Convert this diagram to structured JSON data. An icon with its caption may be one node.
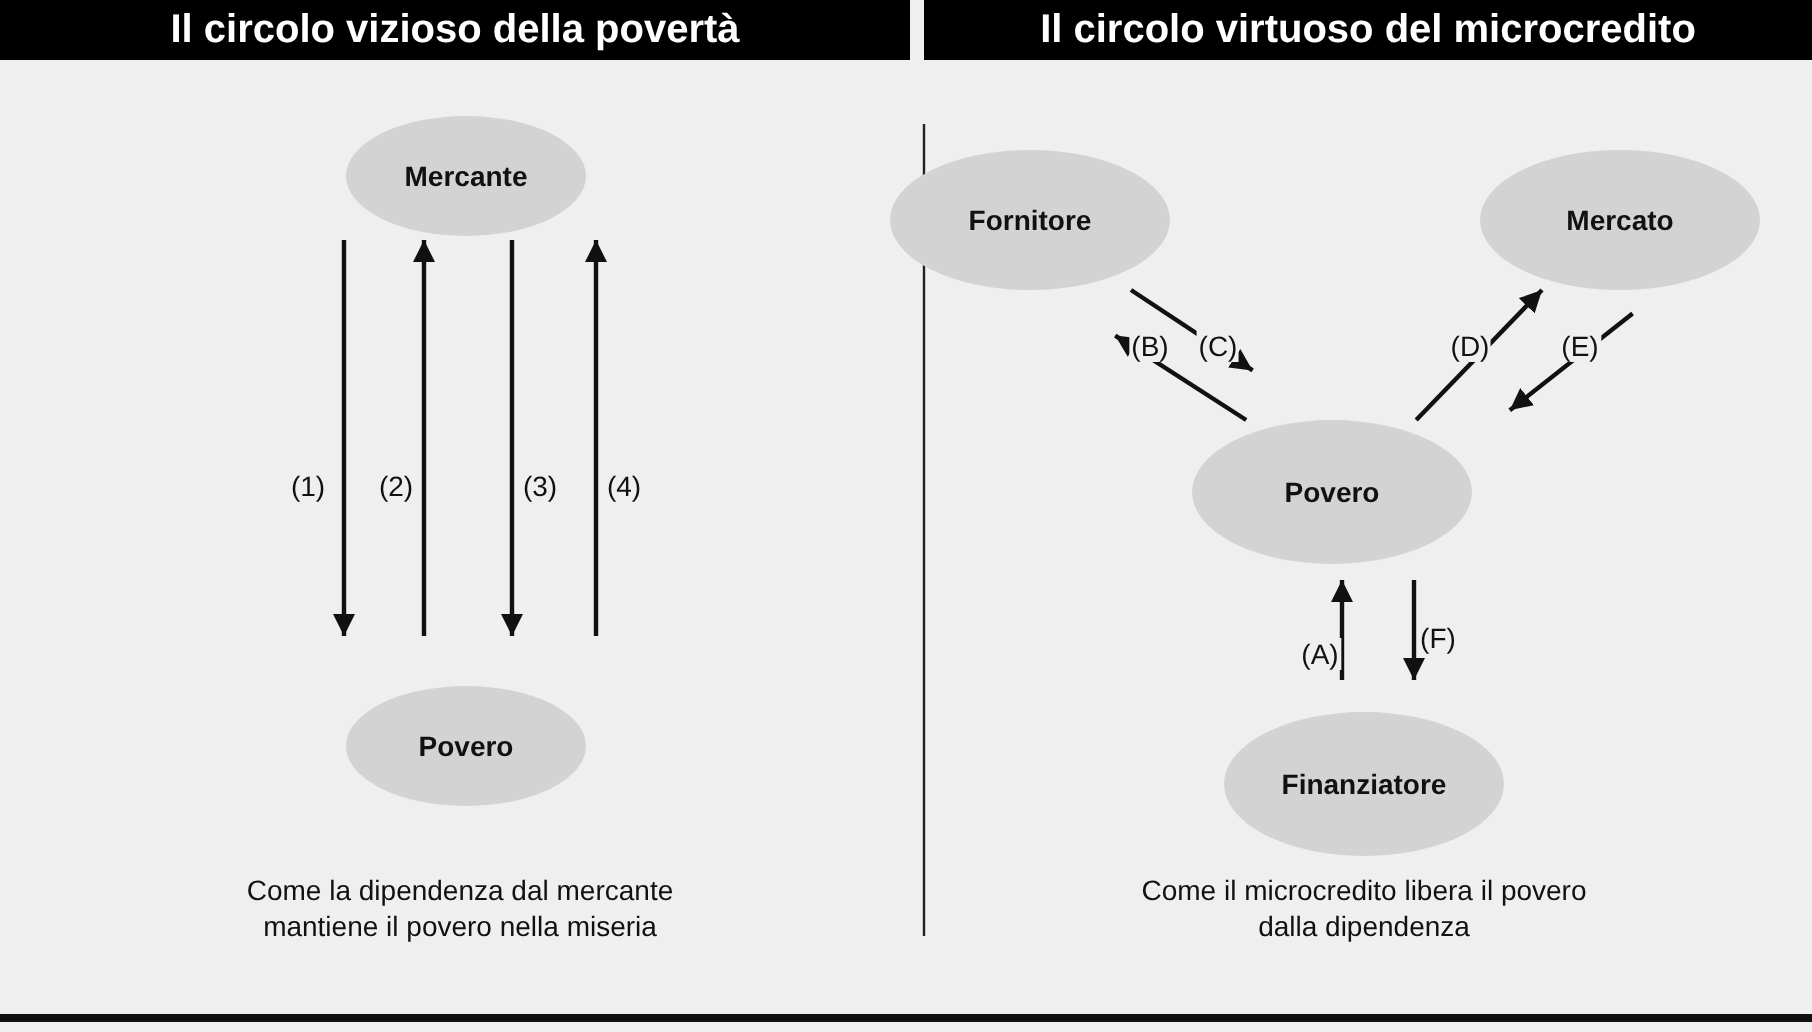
{
  "diagram": {
    "nodes": [
      {
        "text": [
          "Mercante"
        ]
      },
      {
        "text": [
          "Povero"
        ]
      },
      {
        "text": [
          "Fornitore"
        ]
      },
      {
        "text": [
          "Mercato"
        ]
      },
      {
        "text": [
          "Povero"
        ]
      },
      {
        "text": [
          "Finanziatore"
        ]
      }
    ],
    "edges": [
      {
        "from": 0,
        "to": 1,
        "arrow": "to",
        "label": "(1)"
      },
      {
        "from": 1,
        "to": 0,
        "arrow": "to",
        "label": "(2)"
      },
      {
        "from": 0,
        "to": 1,
        "arrow": "to",
        "label": "(3)"
      },
      {
        "from": 1,
        "to": 0,
        "arrow": "to",
        "label": "(4)"
      },
      {
        "from": 4,
        "to": 2,
        "arrow": "to",
        "label": "(B)"
      },
      {
        "from": 2,
        "to": 4,
        "arrow": "to",
        "label": "(C)"
      },
      {
        "from": 4,
        "to": 3,
        "arrow": "to",
        "label": "(D)"
      },
      {
        "from": 3,
        "to": 4,
        "arrow": "to",
        "label": "(E)"
      },
      {
        "from": 5,
        "to": 4,
        "arrow": "to",
        "label": "(A)"
      },
      {
        "from": 4,
        "to": 5,
        "arrow": "to",
        "label": "(F)"
      }
    ],
    "labels": [
      "Il circolo vizioso della povertà",
      "Il circolo virtuoso del microcredito",
      "Come la dipendenza dal mercante mantiene il povero nella miseria",
      "Come il microcredito libera il povero dalla dipendenza"
    ]
  }
}
